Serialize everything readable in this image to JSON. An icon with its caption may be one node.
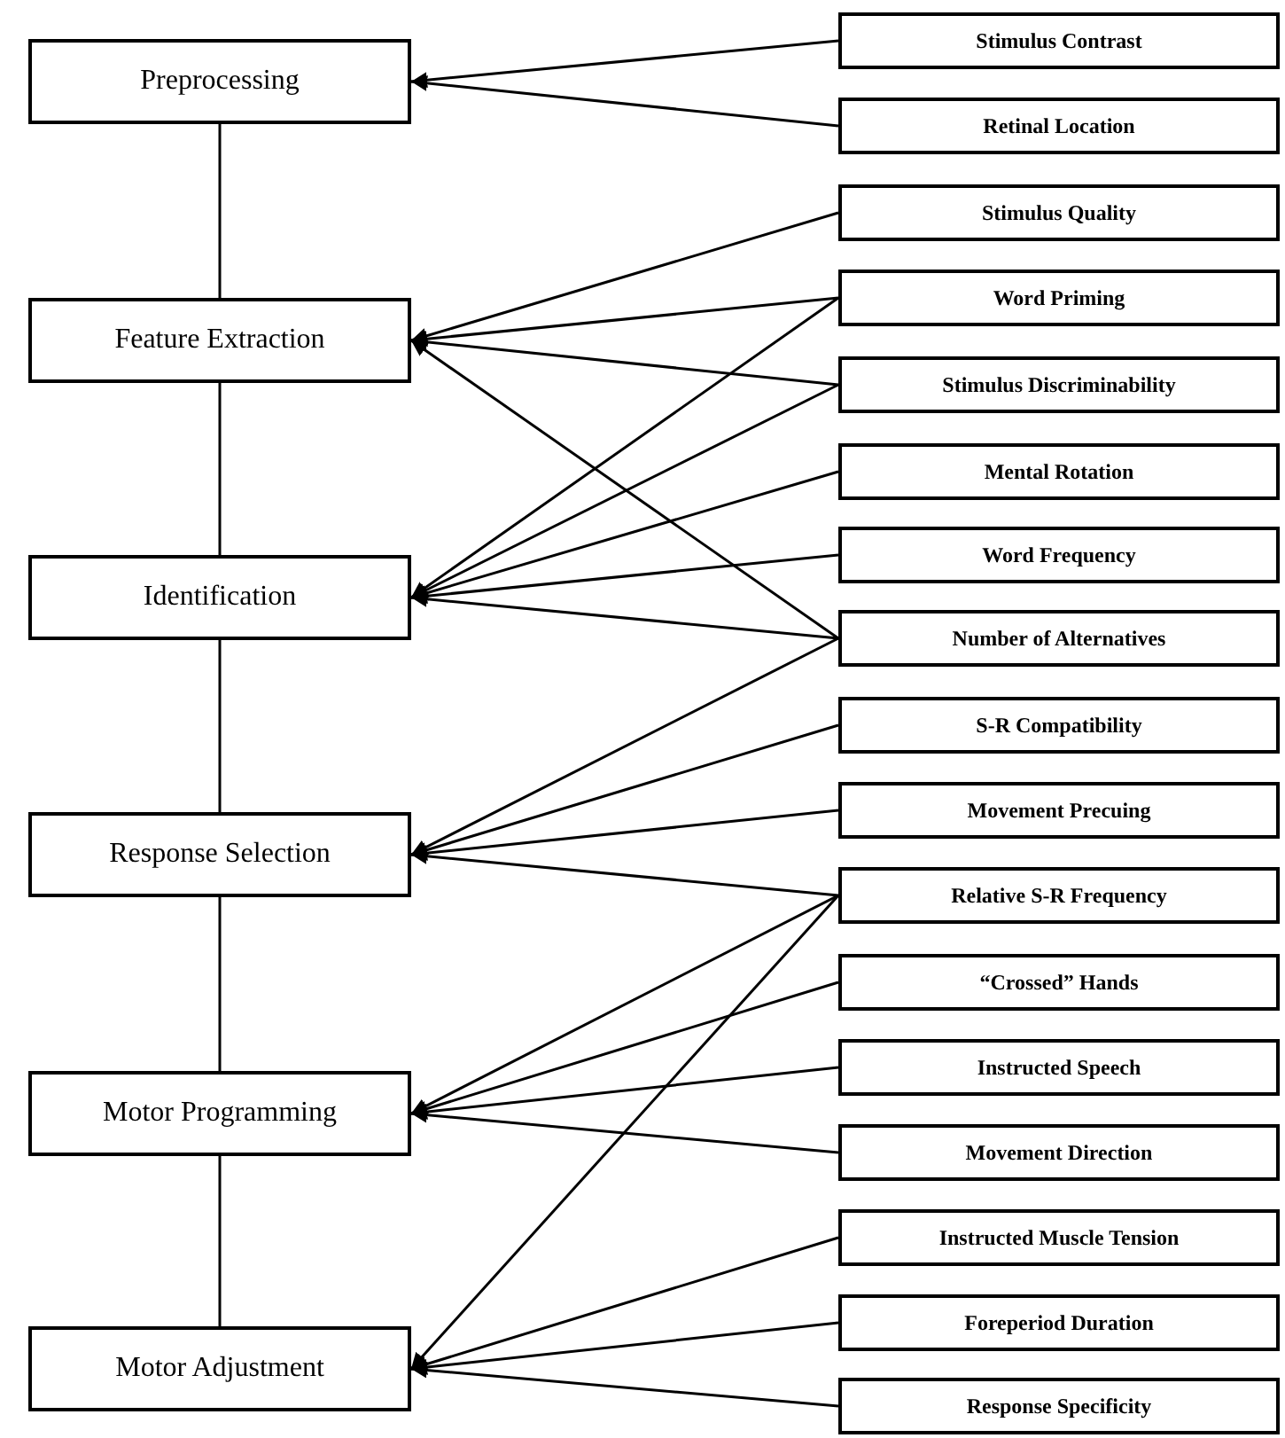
{
  "diagram": {
    "nodes": [
      {
        "text": [
          "Preprocessing"
        ]
      },
      {
        "text": [
          "Feature Extraction"
        ]
      },
      {
        "text": [
          "Identification"
        ]
      },
      {
        "text": [
          "Response Selection"
        ]
      },
      {
        "text": [
          "Motor Programming"
        ]
      },
      {
        "text": [
          "Motor Adjustment"
        ]
      },
      {
        "text": [
          "Stimulus Contrast"
        ]
      },
      {
        "text": [
          "Retinal Location"
        ]
      },
      {
        "text": [
          "Stimulus Quality"
        ]
      },
      {
        "text": [
          "Word Priming"
        ]
      },
      {
        "text": [
          "Stimulus Discriminability"
        ]
      },
      {
        "text": [
          "Mental Rotation"
        ]
      },
      {
        "text": [
          "Word Frequency"
        ]
      },
      {
        "text": [
          "Number of Alternatives"
        ]
      },
      {
        "text": [
          "S-R Compatibility"
        ]
      },
      {
        "text": [
          "Movement Precuing"
        ]
      },
      {
        "text": [
          "Relative S-R Frequency"
        ]
      },
      {
        "text": [
          "“Crossed” Hands"
        ]
      },
      {
        "text": [
          "Instructed Speech"
        ]
      },
      {
        "text": [
          "Movement Direction"
        ]
      },
      {
        "text": [
          "Instructed Muscle Tension"
        ]
      },
      {
        "text": [
          "Foreperiod Duration"
        ]
      },
      {
        "text": [
          "Response Specificity"
        ]
      }
    ],
    "edges": [
      {
        "from": 0,
        "to": 1,
        "arrow": "none"
      },
      {
        "from": 1,
        "to": 2,
        "arrow": "none"
      },
      {
        "from": 2,
        "to": 3,
        "arrow": "none"
      },
      {
        "from": 3,
        "to": 4,
        "arrow": "none"
      },
      {
        "from": 4,
        "to": 5,
        "arrow": "none"
      },
      {
        "from": 6,
        "to": 0,
        "arrow": "to"
      },
      {
        "from": 7,
        "to": 0,
        "arrow": "to"
      },
      {
        "from": 8,
        "to": 1,
        "arrow": "to"
      },
      {
        "from": 9,
        "to": 1,
        "arrow": "to"
      },
      {
        "from": 10,
        "to": 1,
        "arrow": "to"
      },
      {
        "from": 13,
        "to": 1,
        "arrow": "to"
      },
      {
        "from": 9,
        "to": 2,
        "arrow": "to"
      },
      {
        "from": 10,
        "to": 2,
        "arrow": "to"
      },
      {
        "from": 11,
        "to": 2,
        "arrow": "to"
      },
      {
        "from": 12,
        "to": 2,
        "arrow": "to"
      },
      {
        "from": 13,
        "to": 2,
        "arrow": "to"
      },
      {
        "from": 13,
        "to": 3,
        "arrow": "to"
      },
      {
        "from": 14,
        "to": 3,
        "arrow": "to"
      },
      {
        "from": 15,
        "to": 3,
        "arrow": "to"
      },
      {
        "from": 16,
        "to": 3,
        "arrow": "to"
      },
      {
        "from": 16,
        "to": 4,
        "arrow": "to"
      },
      {
        "from": 17,
        "to": 4,
        "arrow": "to"
      },
      {
        "from": 18,
        "to": 4,
        "arrow": "to"
      },
      {
        "from": 19,
        "to": 4,
        "arrow": "to"
      },
      {
        "from": 16,
        "to": 5,
        "arrow": "to"
      },
      {
        "from": 20,
        "to": 5,
        "arrow": "to"
      },
      {
        "from": 21,
        "to": 5,
        "arrow": "to"
      },
      {
        "from": 22,
        "to": 5,
        "arrow": "to"
      }
    ]
  }
}
